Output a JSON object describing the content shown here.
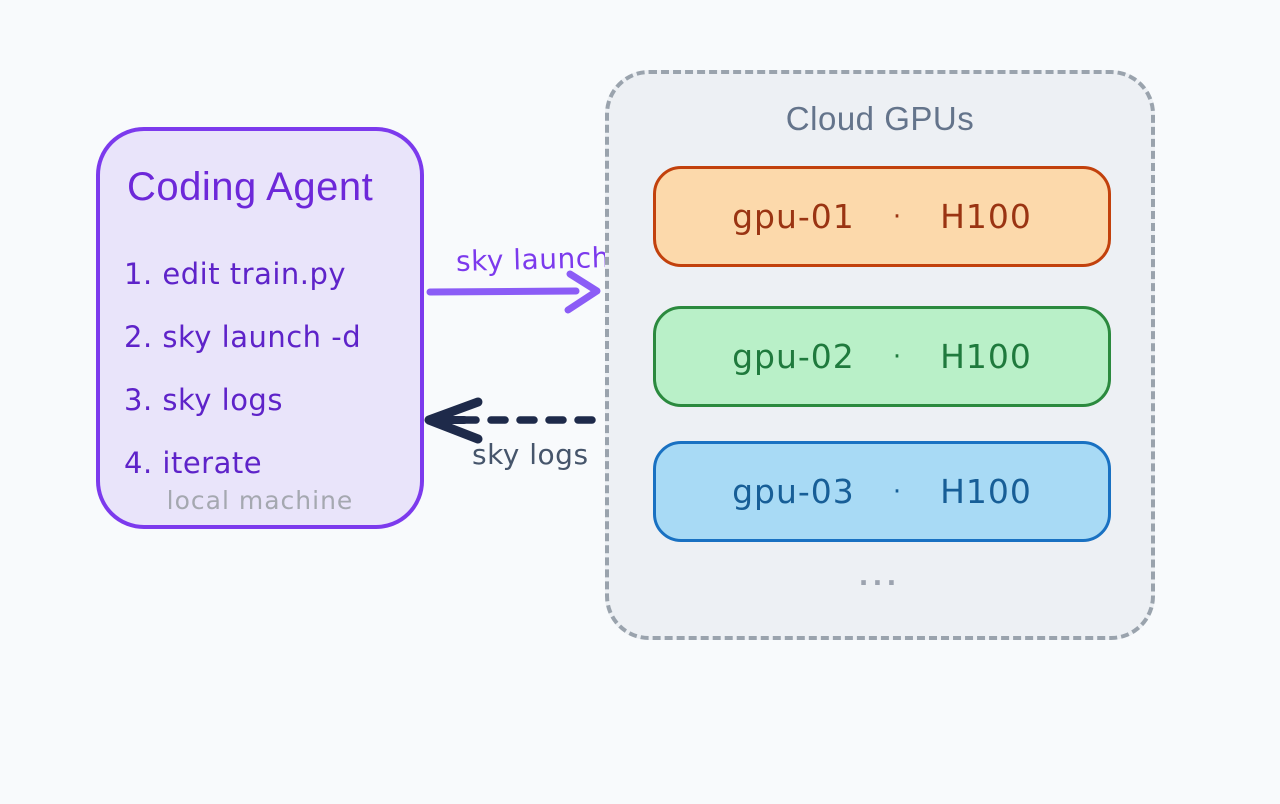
{
  "canvas": {
    "background": "#f8fafc"
  },
  "coding_agent": {
    "title": "Coding Agent",
    "steps": [
      "1. edit train.py",
      "2. sky launch -d",
      "3. sky logs",
      "4. iterate"
    ],
    "footnote": "local machine",
    "border_color": "#7c3aed",
    "fill_color": "#e9e4fa",
    "title_color": "#6d28d9",
    "step_color": "#5e23c9",
    "footnote_color": "#a5a8b0"
  },
  "cloud": {
    "title": "Cloud GPUs",
    "title_color": "#64748b",
    "border_color": "#9aa3ad",
    "fill_color": "#edf0f4",
    "ellipsis": "...",
    "gpus": [
      {
        "name": "gpu-01",
        "sep": "·",
        "model": "H100",
        "fill": "#fcd9ab",
        "border": "#c2410c",
        "text": "#9a3412"
      },
      {
        "name": "gpu-02",
        "sep": "·",
        "model": "H100",
        "fill": "#b9f0c8",
        "border": "#2b8a3e",
        "text": "#1f7a3d"
      },
      {
        "name": "gpu-03",
        "sep": "·",
        "model": "H100",
        "fill": "#a8daf5",
        "border": "#1971c2",
        "text": "#175e97"
      }
    ]
  },
  "arrows": {
    "launch": {
      "label": "sky launch",
      "color": "#8b5cf6",
      "direction": "right",
      "style": "solid"
    },
    "logs": {
      "label": "sky logs",
      "color": "#1e2a4a",
      "label_color": "#46556b",
      "direction": "left",
      "style": "dashed"
    }
  }
}
